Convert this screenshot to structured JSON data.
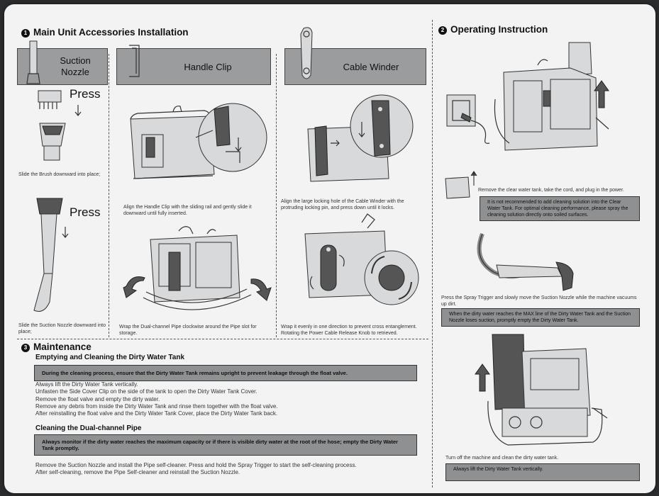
{
  "section1": {
    "number": "1",
    "title": "Main Unit Accessories Installation",
    "banners": {
      "suction_nozzle": "Suction\nNozzle",
      "handle_clip": "Handle Clip",
      "cable_winder": "Cable Winder"
    },
    "press_label": "Press",
    "captions": {
      "brush": "Slide the Brush downward into place;",
      "nozzle": "Slide the Suction Nozzle downward into place;",
      "handle_clip": "Align the Handle Clip with the sliding rail and gently slide it downward until fully inserted.",
      "pipe_wrap": "Wrap the Dual-channel Pipe clockwise around the Pipe slot for storage.",
      "cable_winder": "Align the large locking hole of the Cable Winder with the protruding locking pin, and press down until it locks.",
      "cable_wrap": "Wrap it evenly in one direction to prevent cross entanglement. Rotating the Power Cable Release Knob to retrieved."
    }
  },
  "section2": {
    "number": "2",
    "title": "Operating Instruction",
    "captions": {
      "step1": "Remove the clear water tank, take the cord, and plug in the power.",
      "step2": "Press the Spray Trigger and slowly move the Suction Nozzle while the machine vacuums up dirt.",
      "step3": "Turn off the machine and clean the dirty water tank."
    },
    "notes": {
      "step1": "It is not recommended to add cleaning solution into the Clear Water Tank. For optimal cleaning performance, please spray the cleaning solution directly onto soiled surfaces.",
      "step2": "When the dirty water reaches the MAX line of the Dirty Water Tank and the Suction Nozzle loses suction, promptly empty the Dirty Water Tank.",
      "step3": "Always lift the Dirty Water Tank vertically."
    }
  },
  "section3": {
    "number": "3",
    "title": "Maintenance",
    "sub1": {
      "title": "Emptying and Cleaning the Dirty Water Tank",
      "warning": "During the cleaning process, ensure that the Dirty Water Tank remains upright to prevent leakage through the float valve.",
      "lines": [
        "Always lift the Dirty Water Tank vertically.",
        "Unfasten the Side Cover Clip on the side of the tank to open the Dirty Water Tank Cover.",
        "Remove the float valve and empty the dirty water.",
        "Remove any debris from inside the Dirty Water Tank and rinse them together with the float valve.",
        "After reinstalling the float valve and the Dirty Water Tank Cover, place the Dirty Water Tank back."
      ]
    },
    "sub2": {
      "title": "Cleaning the Dual-channel Pipe",
      "warning": "Always monitor if the dirty water reaches the maximum capacity or if there is visible dirty water at the root of the hose; empty the Dirty Water Tank promptly.",
      "lines": [
        "Remove the Suction Nozzle and install the Pipe self-cleaner. Press and hold the Spray Trigger to start the self-cleaning process.",
        "After self-cleaning, remove the Pipe Self-cleaner and reinstall the Suction Nozzle."
      ]
    }
  },
  "icons": {
    "down_arrow": "down-arrow-icon",
    "up_arrow": "up-arrow-icon",
    "rotate_arrow": "rotate-arrow-icon"
  }
}
